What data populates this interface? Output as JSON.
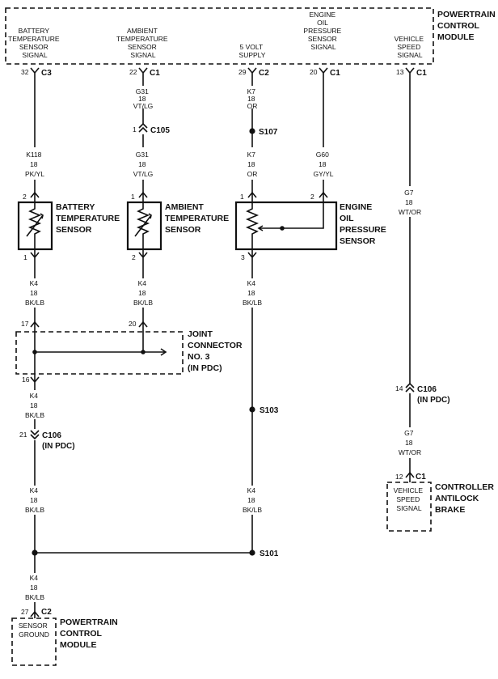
{
  "pcm_top": {
    "title": [
      "POWERTRAIN",
      "CONTROL",
      "MODULE"
    ],
    "pins": [
      {
        "label": [
          "BATTERY",
          "TEMPERATURE",
          "SENSOR",
          "SIGNAL"
        ],
        "pin": "32",
        "conn": "C3"
      },
      {
        "label": [
          "AMBIENT",
          "TEMPERATURE",
          "SENSOR",
          "SIGNAL"
        ],
        "pin": "22",
        "conn": "C1"
      },
      {
        "label": [
          "5 VOLT",
          "SUPPLY"
        ],
        "pin": "29",
        "conn": "C2"
      },
      {
        "label": [
          "ENGINE",
          "OIL",
          "PRESSURE",
          "SENSOR",
          "SIGNAL"
        ],
        "pin": "20",
        "conn": "C1"
      },
      {
        "label": [
          "VEHICLE",
          "SPEED",
          "SIGNAL"
        ],
        "pin": "13",
        "conn": "C1"
      }
    ]
  },
  "wires": {
    "g31_upper": [
      "G31",
      "18",
      "VT/LG"
    ],
    "k7_upper": [
      "K7",
      "18",
      "OR"
    ],
    "k118": [
      "K118",
      "18",
      "PK/YL"
    ],
    "g31_lower": [
      "G31",
      "18",
      "VT/LG"
    ],
    "k7_lower": [
      "K7",
      "18",
      "OR"
    ],
    "g60": [
      "G60",
      "18",
      "GY/YL"
    ],
    "g7_upper": [
      "G7",
      "18",
      "WT/OR"
    ],
    "k4_batt": [
      "K4",
      "18",
      "BK/LB"
    ],
    "k4_amb": [
      "K4",
      "18",
      "BK/LB"
    ],
    "k4_eop": [
      "K4",
      "18",
      "BK/LB"
    ],
    "k4_left_mid": [
      "K4",
      "18",
      "BK/LB"
    ],
    "k4_left_low": [
      "K4",
      "18",
      "BK/LB"
    ],
    "k4_right_low": [
      "K4",
      "18",
      "BK/LB"
    ],
    "g7_lower": [
      "G7",
      "18",
      "WT/OR"
    ],
    "k4_bottom": [
      "K4",
      "18",
      "BK/LB"
    ]
  },
  "connectors": {
    "c105": {
      "pin": "1",
      "name": "C105"
    },
    "c106_left": {
      "pin": "21",
      "name": "C106",
      "sub": "(IN PDC)"
    },
    "c106_right": {
      "pin": "14",
      "name": "C106",
      "sub": "(IN PDC)"
    }
  },
  "splices": {
    "s107": "S107",
    "s103": "S103",
    "s101": "S101"
  },
  "sensors": {
    "battery": {
      "name": [
        "BATTERY",
        "TEMPERATURE",
        "SENSOR"
      ],
      "pin_top": "2",
      "pin_bottom": "1"
    },
    "ambient": {
      "name": [
        "AMBIENT",
        "TEMPERATURE",
        "SENSOR"
      ],
      "pin_top": "1",
      "pin_bottom": "2"
    },
    "oil": {
      "name": [
        "ENGINE",
        "OIL",
        "PRESSURE",
        "SENSOR"
      ],
      "pin_left": "1",
      "pin_right": "2",
      "pin_bottom": "3"
    }
  },
  "joint": {
    "name": [
      "JOINT",
      "CONNECTOR",
      "NO. 3",
      "(IN PDC)"
    ],
    "pin_a": "17",
    "pin_b": "20",
    "pin_c": "16"
  },
  "abs": {
    "label": [
      "VEHICLE",
      "SPEED",
      "SIGNAL"
    ],
    "pin": "12",
    "conn": "C1",
    "name": [
      "CONTROLLER",
      "ANTILOCK",
      "BRAKE"
    ]
  },
  "pcm_bottom": {
    "label": [
      "SENSOR",
      "GROUND"
    ],
    "pin": "27",
    "conn": "C2",
    "name": [
      "POWERTRAIN",
      "CONTROL",
      "MODULE"
    ]
  }
}
